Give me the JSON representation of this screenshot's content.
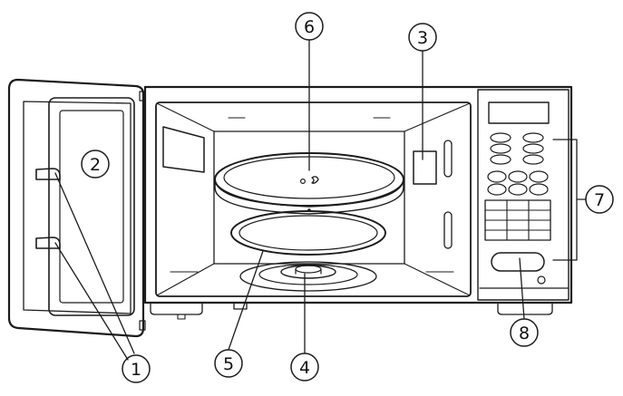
{
  "callouts": [
    {
      "id": "1",
      "part": "door-latch"
    },
    {
      "id": "2",
      "part": "door"
    },
    {
      "id": "3",
      "part": "waveguide-cover"
    },
    {
      "id": "4",
      "part": "turntable-shaft"
    },
    {
      "id": "5",
      "part": "roller-ring"
    },
    {
      "id": "6",
      "part": "glass-tray"
    },
    {
      "id": "7",
      "part": "control-panel"
    },
    {
      "id": "8",
      "part": "door-release-button"
    }
  ],
  "colors": {
    "line": "#1c1c1c",
    "fill_light": "#f4f4f4",
    "fill_white": "#ffffff"
  }
}
